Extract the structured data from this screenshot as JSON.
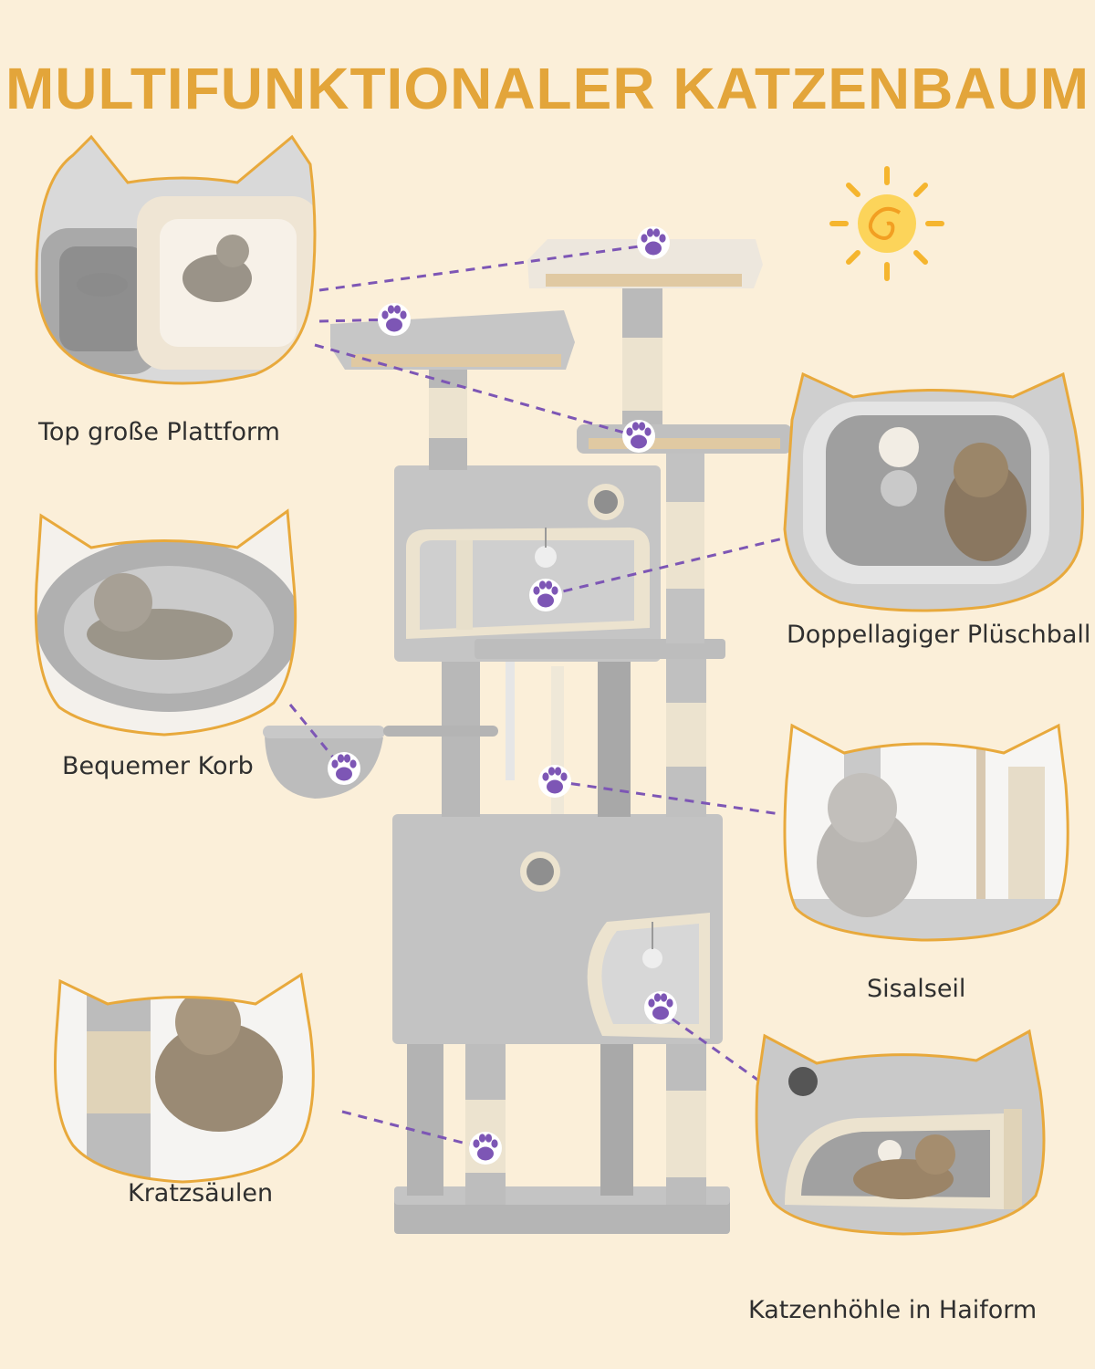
{
  "title": "MULTIFUNKTIONALER KATZENBAUM",
  "labels": {
    "top_platform": "Top große Plattform",
    "plush_ball": "Doppellagiger Plüschball",
    "basket": "Bequemer Korb",
    "sisal_rope": "Sisalseil",
    "scratching_posts": "Kratzsäulen",
    "shark_cave": "Katzenhöhle in Haiform"
  },
  "colors": {
    "background": "#fbefd9",
    "title": "#e3a53a",
    "bubble_border": "#e8a93c",
    "plush_gray": "#bfbfbf",
    "sisal": "#ece3cf",
    "paw_purple": "#7d56b5",
    "sun": "#f5b52e"
  },
  "icons": [
    "paw-icon",
    "sun-icon"
  ]
}
